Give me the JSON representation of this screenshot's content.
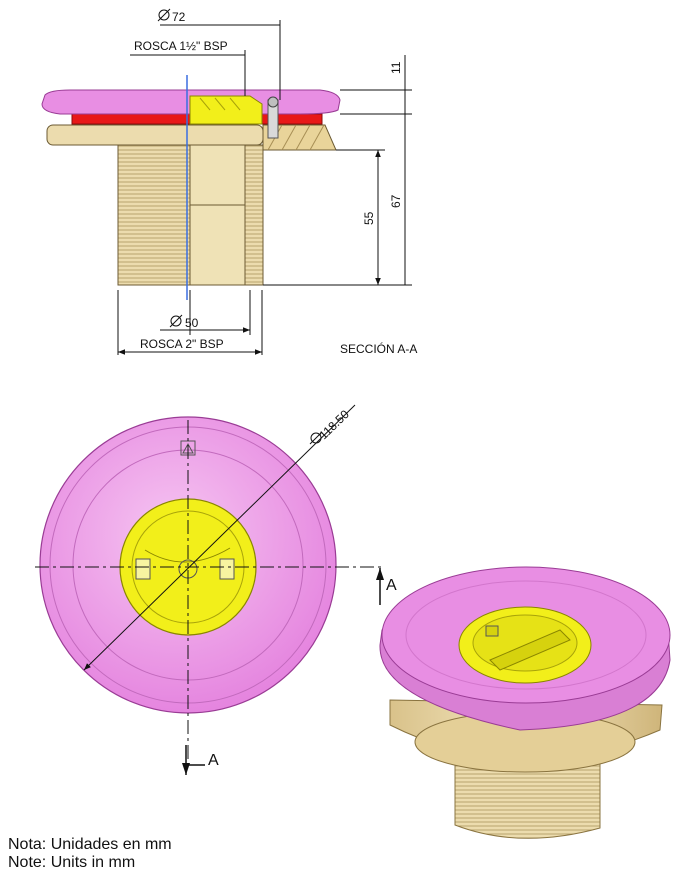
{
  "dimensions": {
    "top_diameter": "72",
    "thread_top": "ROSCA 1½\" BSP",
    "bottom_diameter": "50",
    "thread_bottom": "ROSCA 2\" BSP",
    "height_flange": "11",
    "height_body": "55",
    "height_total": "67",
    "outer_diameter": "118.50"
  },
  "section_label": "SECCIÓN A-A",
  "section_markers": [
    "A",
    "A"
  ],
  "notes": [
    "Nota: Unidades en mm",
    "Note: Units in mm"
  ],
  "colors": {
    "flange": "#e88ee3",
    "flange_dark": "#c863c4",
    "insert": "#f2ef1a",
    "body": "#ecdcae",
    "seal": "#e81818",
    "axis": "#3b6fe0"
  }
}
